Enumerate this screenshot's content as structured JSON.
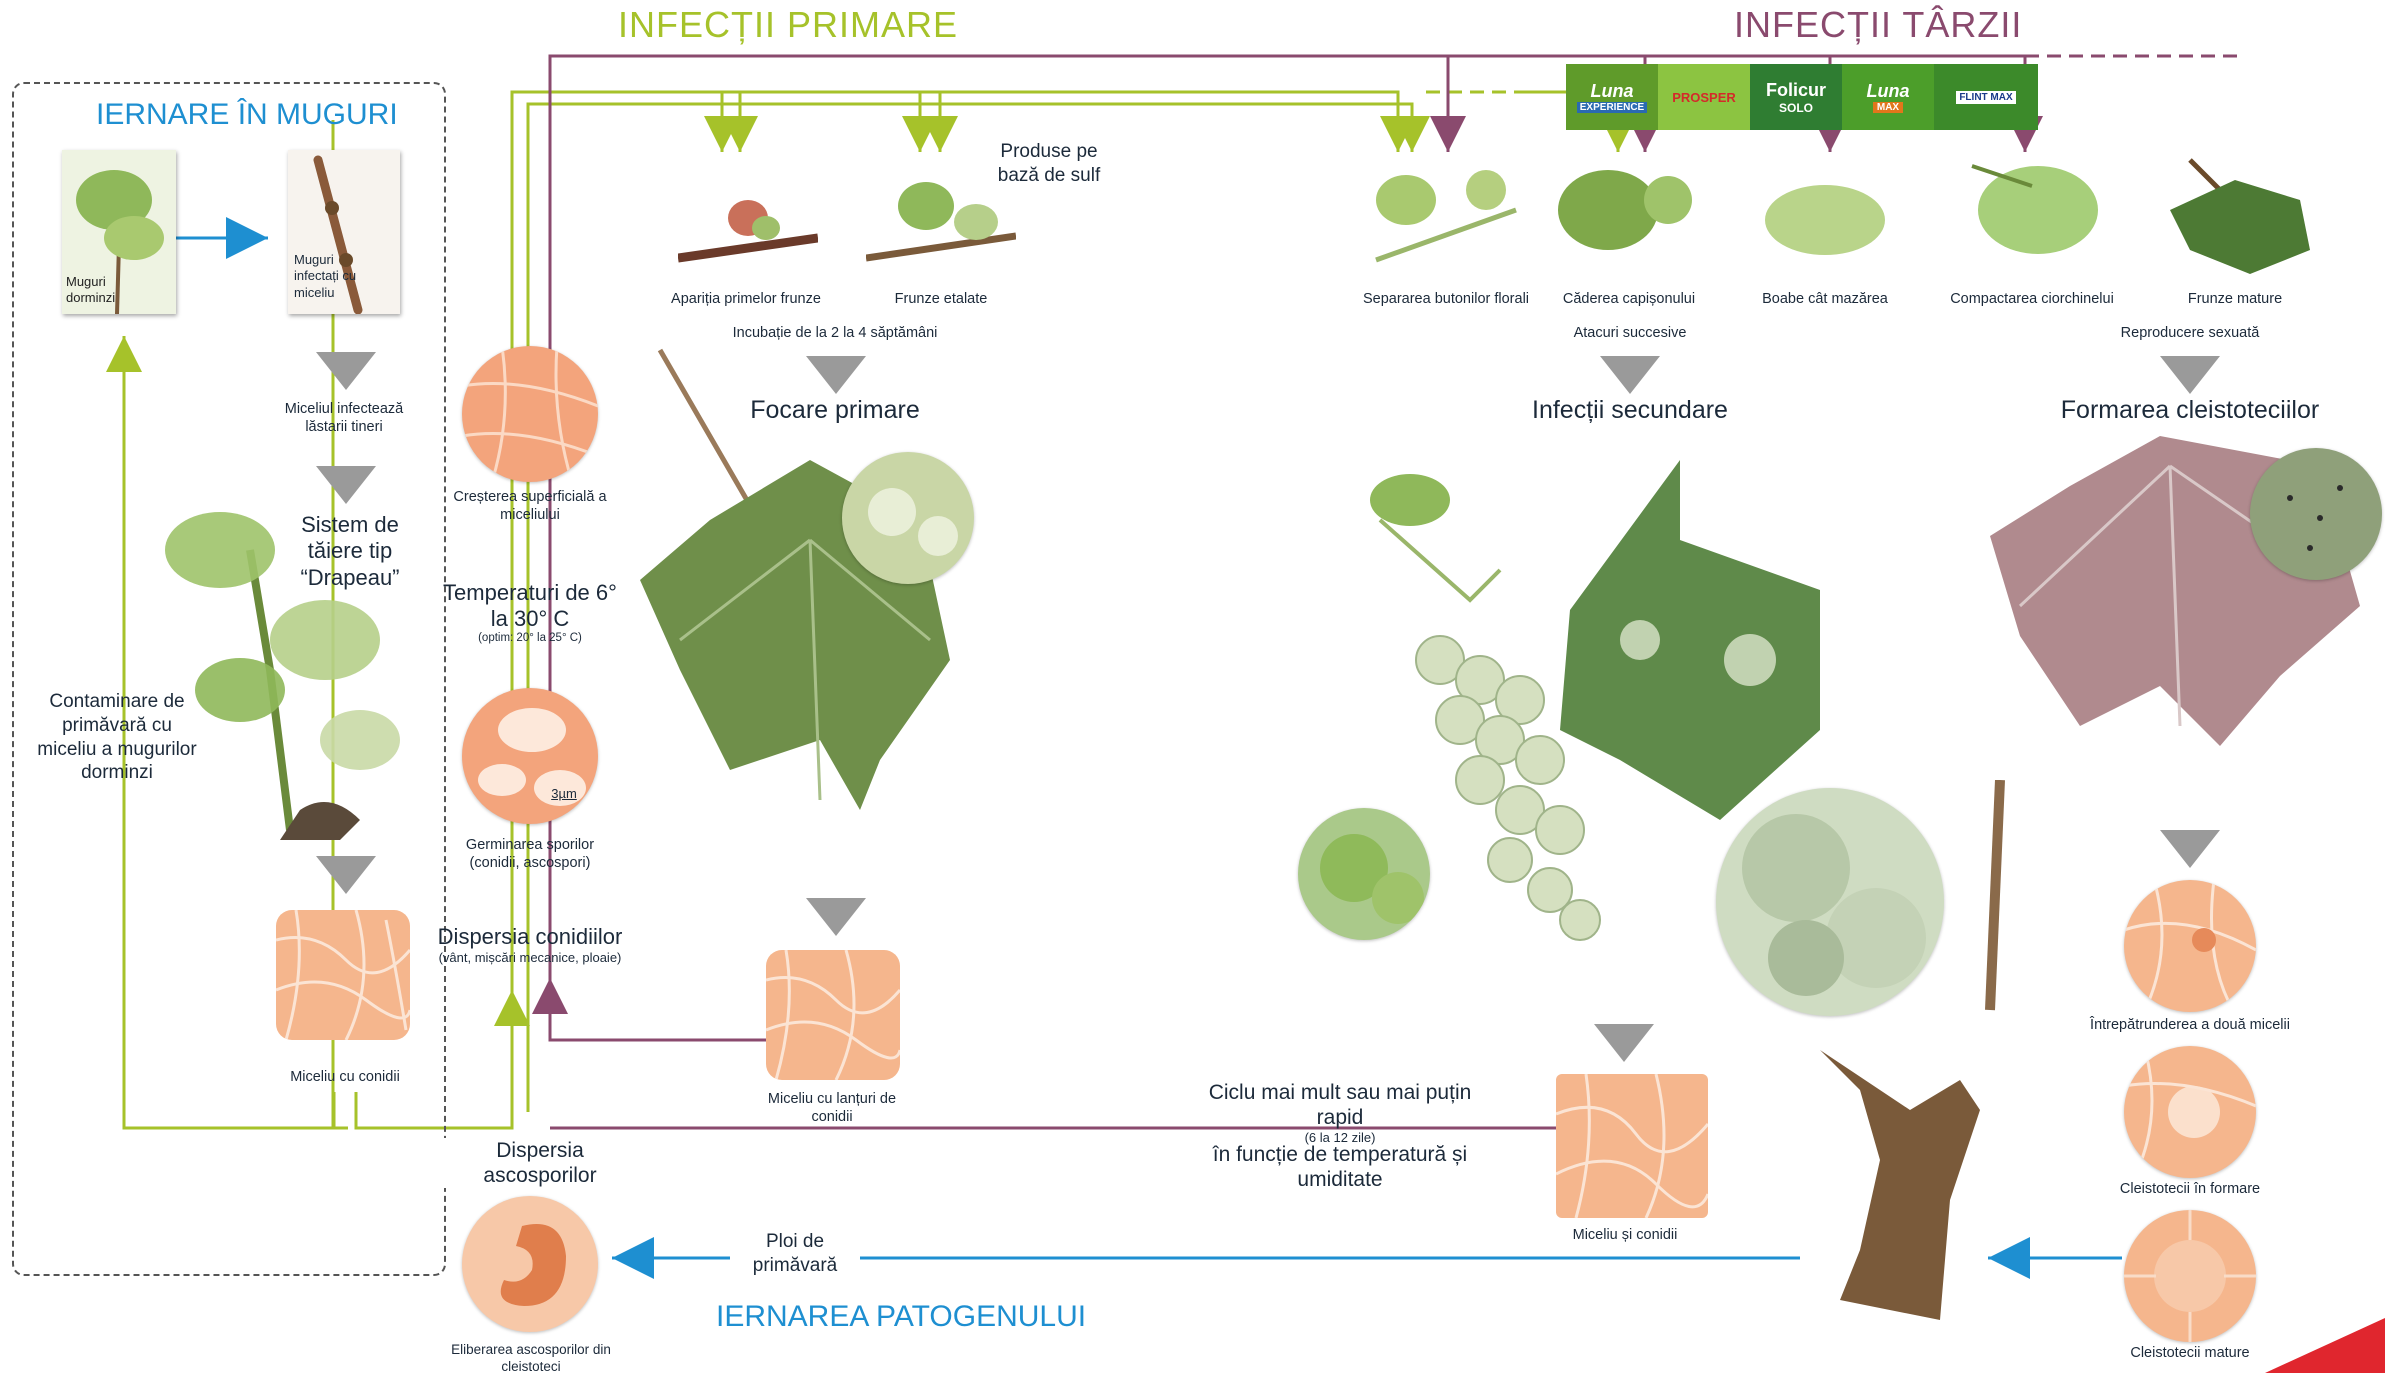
{
  "titles": {
    "primary_infections": "INFECȚII PRIMARE",
    "late_infections": "INFECȚII TÂRZII",
    "bud_overwintering": "IERNARE ÎN MUGURI",
    "pathogen_overwintering": "IERNAREA PATOGENULUI"
  },
  "products": [
    "Luna",
    "EXPERIENCE",
    "PROSPER",
    "Folicur",
    "SOLO",
    "Luna",
    "MAX",
    "FLINT MAX"
  ],
  "sulfur_label": "Produse pe bază de sulf",
  "growth_stages": [
    "Apariția primelor frunze",
    "Frunze etalate",
    "Separarea butonilor florali",
    "Căderea capișonului",
    "Boabe cât mazărea",
    "Compactarea ciorchinelui",
    "Frunze mature"
  ],
  "bud": {
    "dormant_buds": "Muguri dorminzi",
    "infected_buds": "Muguri infectați cu miceliu",
    "infects_shoots": "Miceliul infectează lăstarii tineri",
    "pruning_system": "Sistem de tăiere tip “Drapeau”",
    "spring_contamination": "Contaminare de primăvară cu miceliu a mugurilor dorminzi",
    "mycelium_conidia": "Miceliu cu conidii"
  },
  "center": {
    "surface_growth": "Creșterea superficială a miceliului",
    "temperatures": "Temperaturi de 6° la 30° C",
    "optimum": "(optim: 20° la 25° C)",
    "scale": "3µm",
    "spore_germination": "Germinarea sporilor (conidii, ascospori)",
    "conidia_dispersal": "Dispersia conidiilor",
    "dispersal_causes": "(vânt, mișcări mecanice, ploaie)",
    "ascospore_dispersal": "Dispersia ascosporilor",
    "ascospore_release": "Eliberarea ascosporilor din cleistoteci"
  },
  "primary": {
    "incubation": "Incubație de la 2 la 4 săptămâni",
    "foci": "Focare primare",
    "chain_conidia": "Miceliu cu lanțuri de conidii"
  },
  "secondary": {
    "successive_attacks": "Atacuri succesive",
    "title": "Infecții secundare",
    "cycle_1": "Ciclu mai mult sau mai puțin rapid",
    "cycle_days": "(6 la 12 zile)",
    "cycle_2": "în funcție de temperatură și umiditate",
    "mycelium_conidia": "Miceliu și conidii"
  },
  "sexual": {
    "reproduction": "Reproducere sexuată",
    "title": "Formarea cleistoteciilor",
    "interpenetration": "Întrepătrunderea a două micelii",
    "forming": "Cleistotecii în formare",
    "mature": "Cleistotecii mature"
  },
  "rain": "Ploi de primăvară",
  "colors": {
    "green": "#a6c22a",
    "purple": "#8a4a6e",
    "blue": "#1e8fd1",
    "red": "#e0262e"
  }
}
